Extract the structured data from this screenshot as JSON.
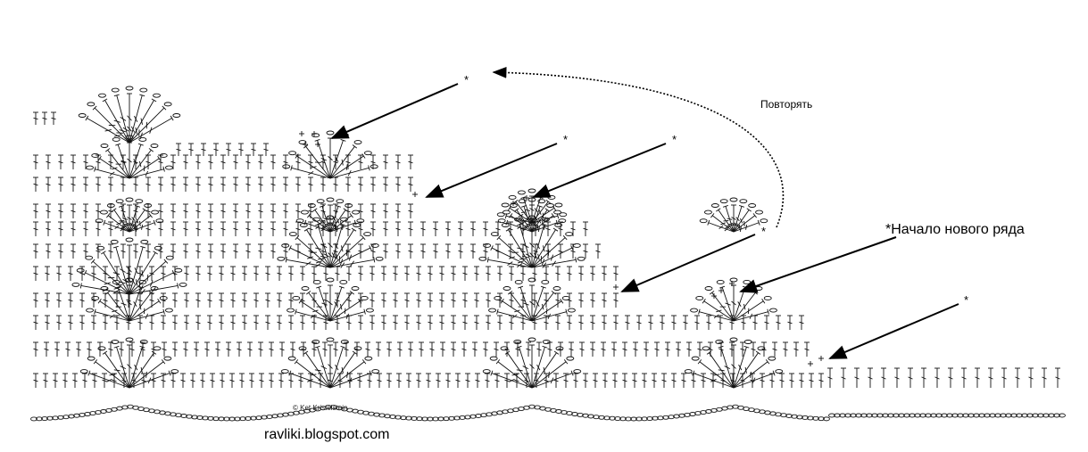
{
  "labels": {
    "repeat": "Повторять",
    "new_row": "*Начало нового ряда",
    "copyright": "© Ket Kristelstein",
    "website": "ravliki.blogspot.com",
    "star": "*"
  },
  "colors": {
    "ink": "#000000",
    "background": "#ffffff"
  },
  "symbols": [
    "double-crochet",
    "treble-crochet",
    "single-crochet-plus",
    "chain-oval"
  ]
}
